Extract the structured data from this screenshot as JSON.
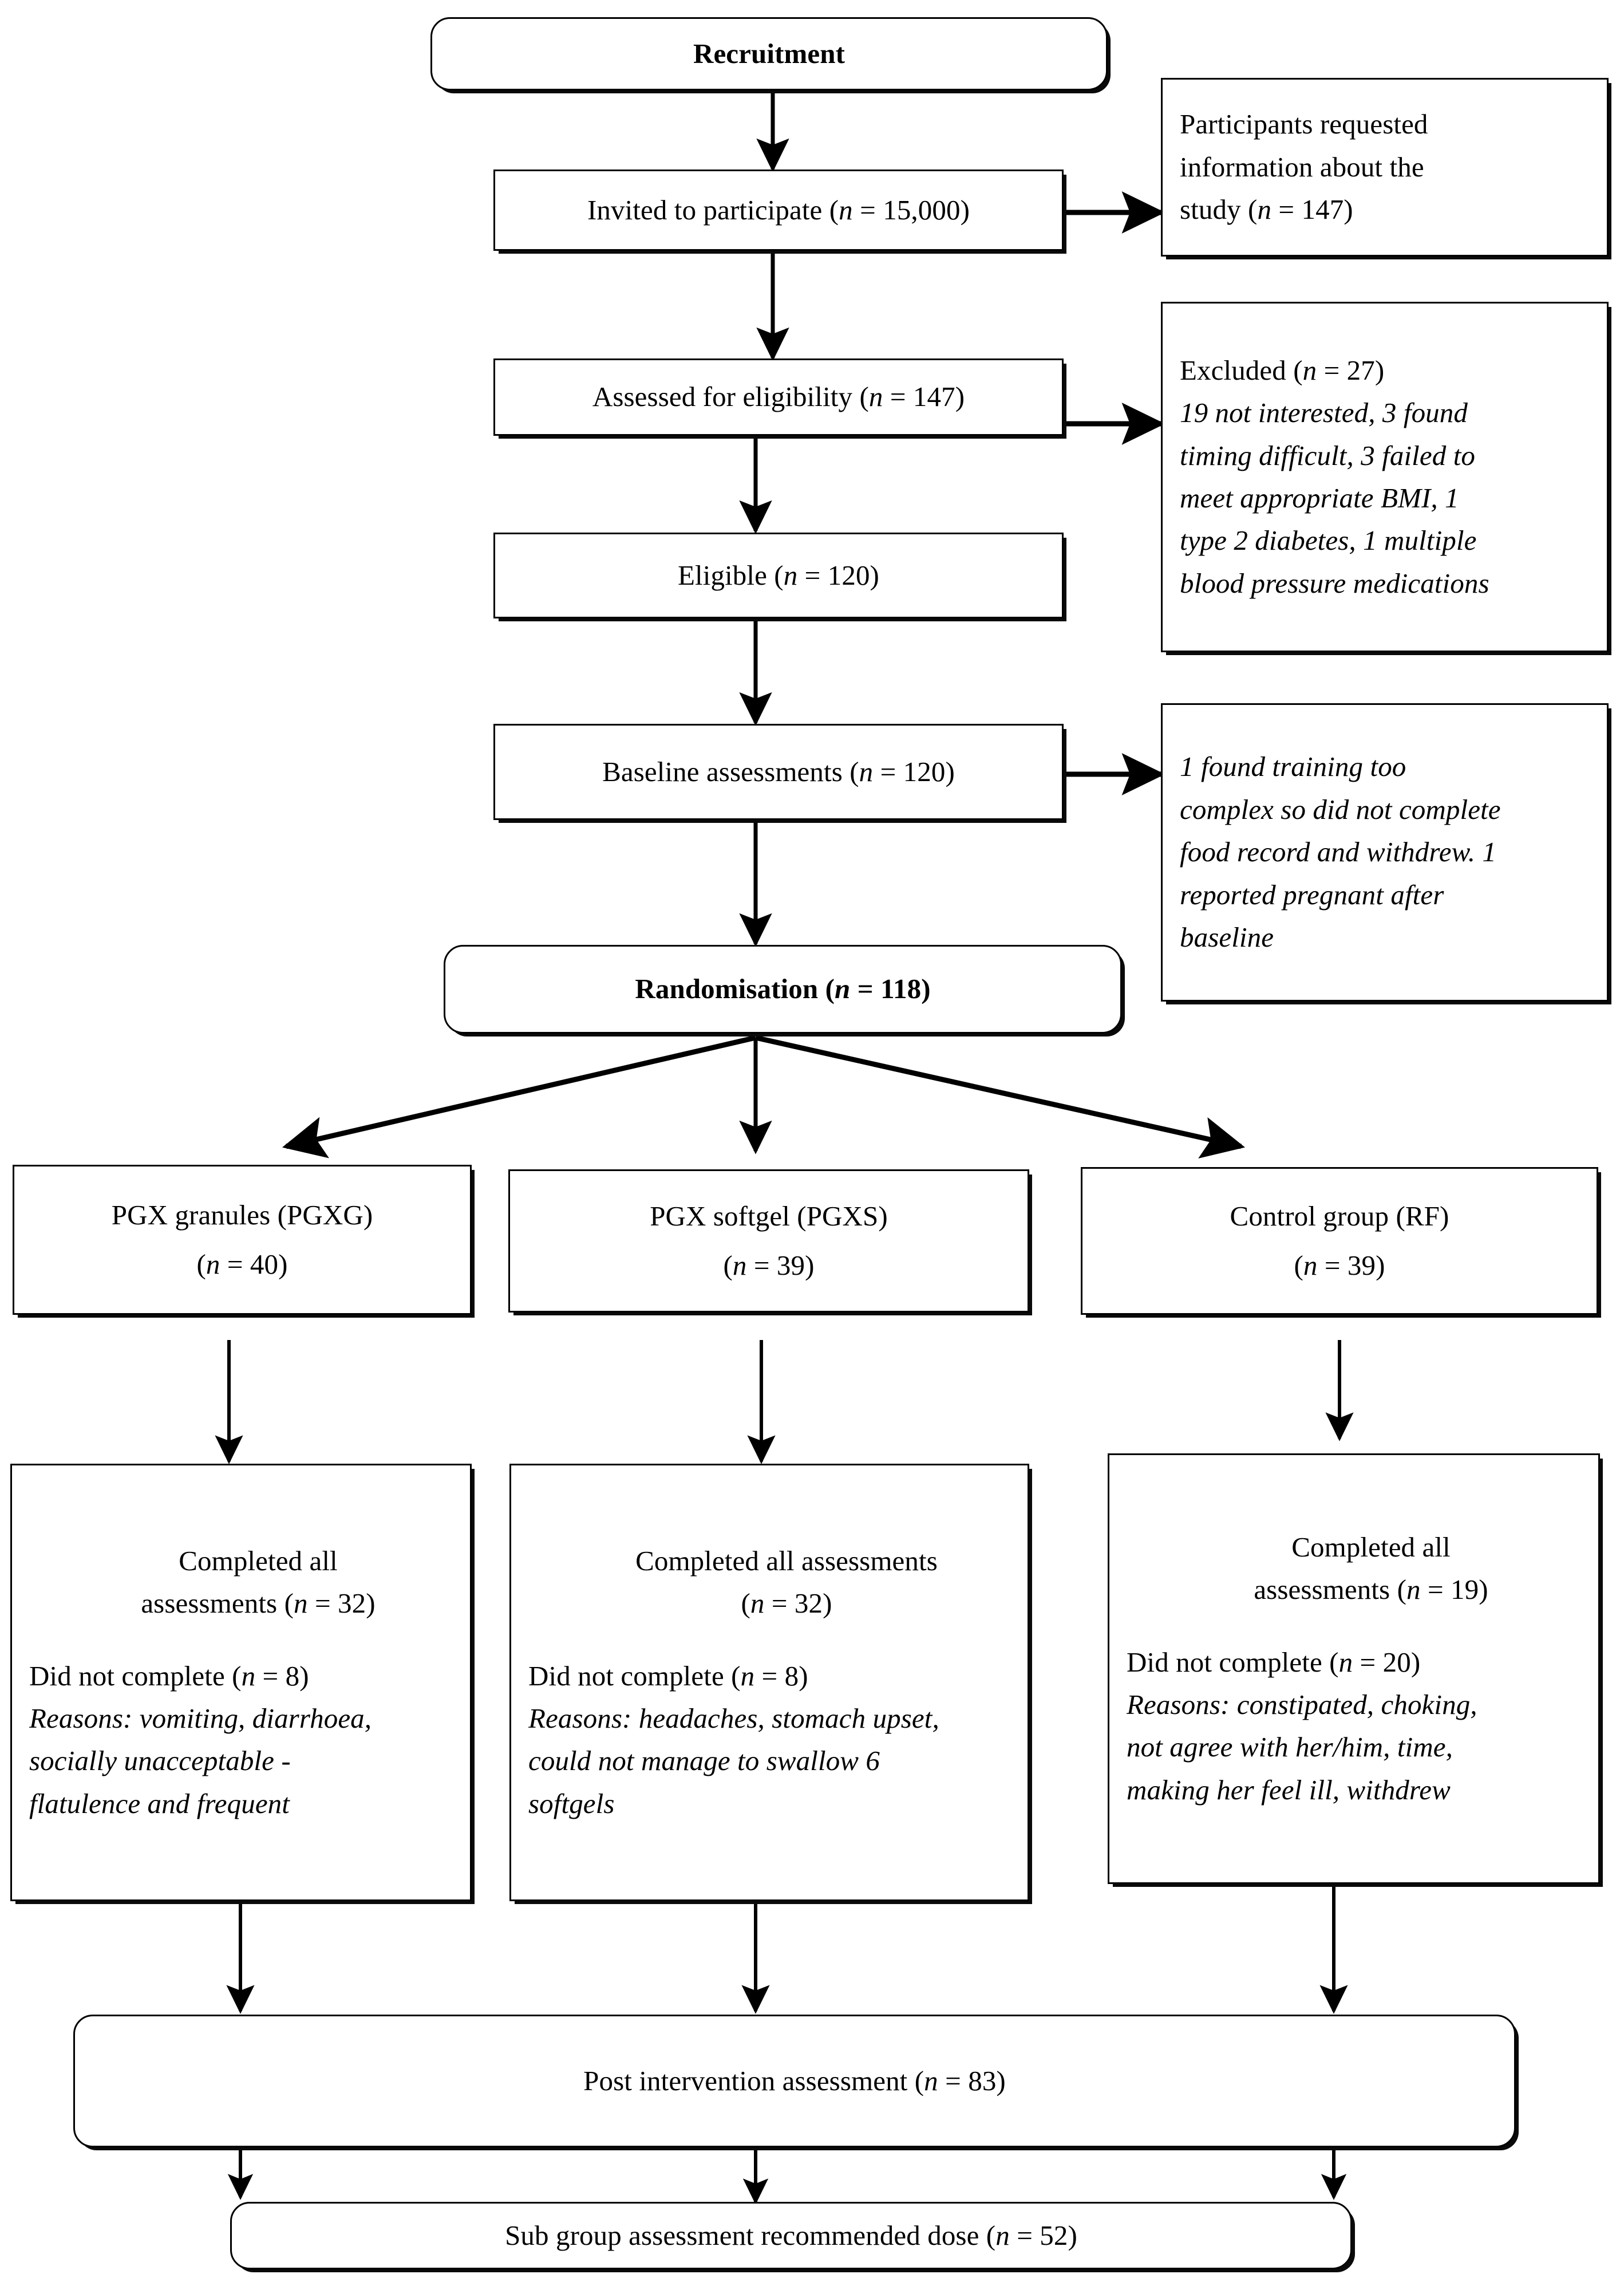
{
  "diagram": {
    "type": "consort-flow-diagram",
    "title": "CONSORT participant flow diagram",
    "nodes": {
      "recruitment": {
        "label": "Recruitment"
      },
      "invited": {
        "label": "Invited to participate (n = 15,000)",
        "n": 15000
      },
      "requested_info": {
        "lines": [
          "Participants requested",
          "information about the",
          "study (n = 147)"
        ],
        "n": 147
      },
      "assessed": {
        "label": "Assessed for eligibility (n = 147)",
        "n": 147
      },
      "excluded": {
        "heading": "Excluded (n = 27)",
        "n": 27,
        "reasons": [
          "19 not interested, 3 found",
          "timing difficult, 3 failed to",
          "meet appropriate BMI, 1",
          "type 2 diabetes, 1 multiple",
          "blood pressure medications"
        ]
      },
      "eligible": {
        "label": "Eligible (n = 120)",
        "n": 120
      },
      "baseline": {
        "label": "Baseline assessments (n = 120)",
        "n": 120
      },
      "post_baseline_withdrawals": {
        "lines": [
          "1 found training too",
          "complex so did not complete",
          "food record and withdrew. 1",
          "reported pregnant after",
          "baseline"
        ]
      },
      "randomisation": {
        "label": "Randomisation (n = 118)",
        "n": 118
      },
      "arm_pgxg": {
        "line1": "PGX granules (PGXG)",
        "line2": "(n = 40)",
        "n": 40
      },
      "arm_pgxs": {
        "line1": "PGX softgel (PGXS)",
        "line2": "(n = 39)",
        "n": 39
      },
      "arm_control": {
        "line1": "Control group (RF)",
        "line2": "(n = 39)",
        "n": 39
      },
      "outcome_pgxg": {
        "completed_lines": [
          "Completed all",
          "assessments (n = 32)"
        ],
        "completed_n": 32,
        "notcompleted": "Did not complete (n = 8)",
        "notcompleted_n": 8,
        "reasons": [
          "Reasons: vomiting, diarrhoea,",
          "socially unacceptable -",
          "flatulence and frequent"
        ]
      },
      "outcome_pgxs": {
        "completed_lines": [
          "Completed all assessments",
          "(n = 32)"
        ],
        "completed_n": 32,
        "notcompleted": "Did not complete (n = 8)",
        "notcompleted_n": 8,
        "reasons": [
          "Reasons: headaches, stomach upset,",
          "could not manage to swallow 6",
          "softgels"
        ]
      },
      "outcome_control": {
        "completed_lines": [
          "Completed all",
          "assessments (n = 19)"
        ],
        "completed_n": 19,
        "notcompleted": "Did not complete (n = 20)",
        "notcompleted_n": 20,
        "reasons": [
          "Reasons: constipated, choking,",
          "not agree with her/him, time,",
          "making her feel ill, withdrew"
        ]
      },
      "post_intervention": {
        "label": "Post intervention assessment (n = 83)",
        "n": 83
      },
      "subgroup": {
        "label": "Sub group assessment recommended dose (n = 52)",
        "n": 52
      }
    },
    "colors": {
      "stroke": "#000000",
      "fill": "#ffffff",
      "text": "#000000"
    }
  }
}
